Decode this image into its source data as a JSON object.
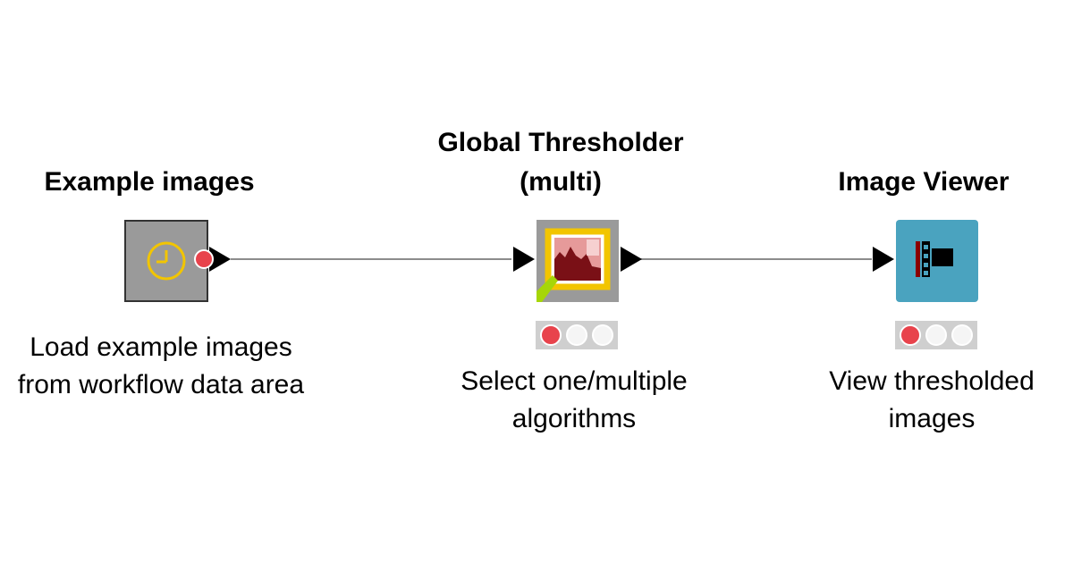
{
  "nodes": [
    {
      "title": "Example images",
      "description": "Load example images\nfrom workflow data area",
      "icon": "clock-icon",
      "color": "#9a9a9a"
    },
    {
      "title": "Global Thresholder\n(multi)",
      "description": "Select one/multiple\nalgorithms",
      "icon": "threshold-image-icon",
      "color": "#9a9a9a"
    },
    {
      "title": "Image Viewer",
      "description": "View thresholded\nimages",
      "icon": "image-viewer-icon",
      "color": "#4aa3bf"
    }
  ],
  "colors": {
    "port_red": "#e8434c",
    "status_bg": "#cfcfcf",
    "edge": "#8c8c8c",
    "accent_yellow": "#f2c500"
  }
}
